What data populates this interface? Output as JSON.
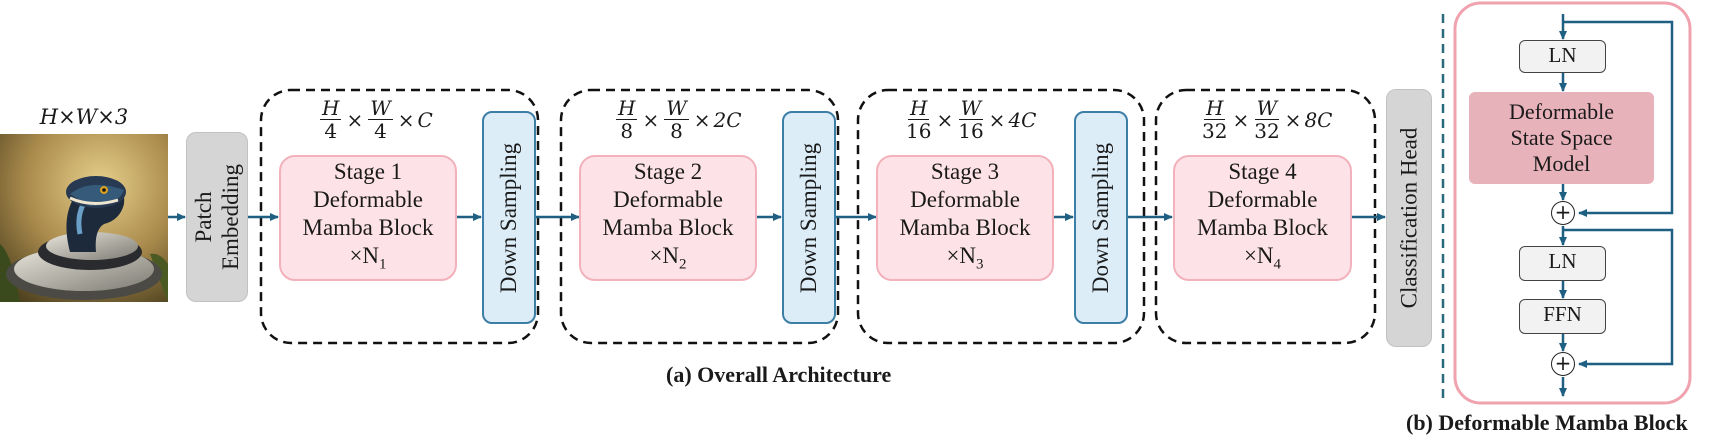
{
  "input": {
    "dims_label": "H×W×3"
  },
  "patch_embedding": {
    "line1": "Patch",
    "line2": "Embedding"
  },
  "stages": [
    {
      "dims": {
        "h_num": "H",
        "h_den": "4",
        "w_num": "W",
        "w_den": "4",
        "channels": "C"
      },
      "title": "Stage 1",
      "line2": "Deformable",
      "line3": "Mamba Block",
      "repeat": "×N",
      "repeat_sub": "1"
    },
    {
      "dims": {
        "h_num": "H",
        "h_den": "8",
        "w_num": "W",
        "w_den": "8",
        "channels": "2C"
      },
      "title": "Stage 2",
      "line2": "Deformable",
      "line3": "Mamba Block",
      "repeat": "×N",
      "repeat_sub": "2"
    },
    {
      "dims": {
        "h_num": "H",
        "h_den": "16",
        "w_num": "W",
        "w_den": "16",
        "channels": "4C"
      },
      "title": "Stage 3",
      "line2": "Deformable",
      "line3": "Mamba Block",
      "repeat": "×N",
      "repeat_sub": "3"
    },
    {
      "dims": {
        "h_num": "H",
        "h_den": "32",
        "w_num": "W",
        "w_den": "32",
        "channels": "8C"
      },
      "title": "Stage 4",
      "line2": "Deformable",
      "line3": "Mamba Block",
      "repeat": "×N",
      "repeat_sub": "4"
    }
  ],
  "down_sampling_label": "Down Sampling",
  "classification_head": "Classification Head",
  "captions": {
    "overall": "(a) Overall Architecture",
    "block": "(b) Deformable Mamba Block"
  },
  "block_detail": {
    "ln1": "LN",
    "dssm_line1": "Deformable",
    "dssm_line2": "State Space",
    "dssm_line3": "Model",
    "ln2": "LN",
    "ffn": "FFN",
    "plus": "+"
  },
  "colors": {
    "arrow": "#1f5f82",
    "stage_fill": "#fde3e7",
    "stage_border": "#f2b1bb",
    "downsample_fill": "#dcedf8",
    "downsample_border": "#3d7ea6",
    "gray_block": "#d5d5d5",
    "block_frame": "#f0a3ae",
    "dssm_fill": "#e8b2bb",
    "divider": "#2a6a7a"
  }
}
